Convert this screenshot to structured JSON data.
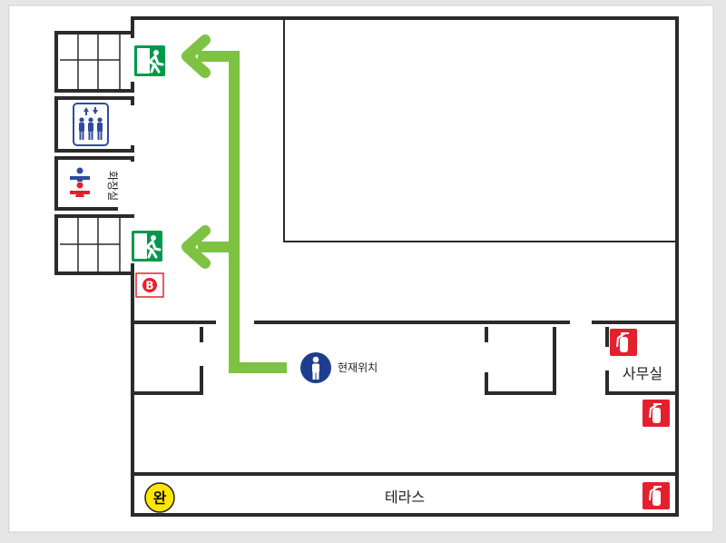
{
  "labels": {
    "current_location": "현재위치",
    "office": "사무실",
    "terrace": "테라스",
    "restroom": "화장실",
    "basement_badge": "B",
    "done_badge": "완"
  },
  "icons": {
    "emergency_exit": "emergency-exit-icon",
    "elevator": "elevator-icon",
    "restroom": "restroom-icon",
    "fire_extinguisher": "fire-extinguisher-icon",
    "current_location": "person-marker-icon"
  },
  "colors": {
    "wall": "#2b2b2b",
    "evacuation_route": "#7dc242",
    "exit_green": "#00994c",
    "extinguisher_red": "#e5202e",
    "elevator_blue": "#2f4ba0",
    "marker_navy": "#1e3d8f",
    "badge_yellow": "#ffe600"
  }
}
